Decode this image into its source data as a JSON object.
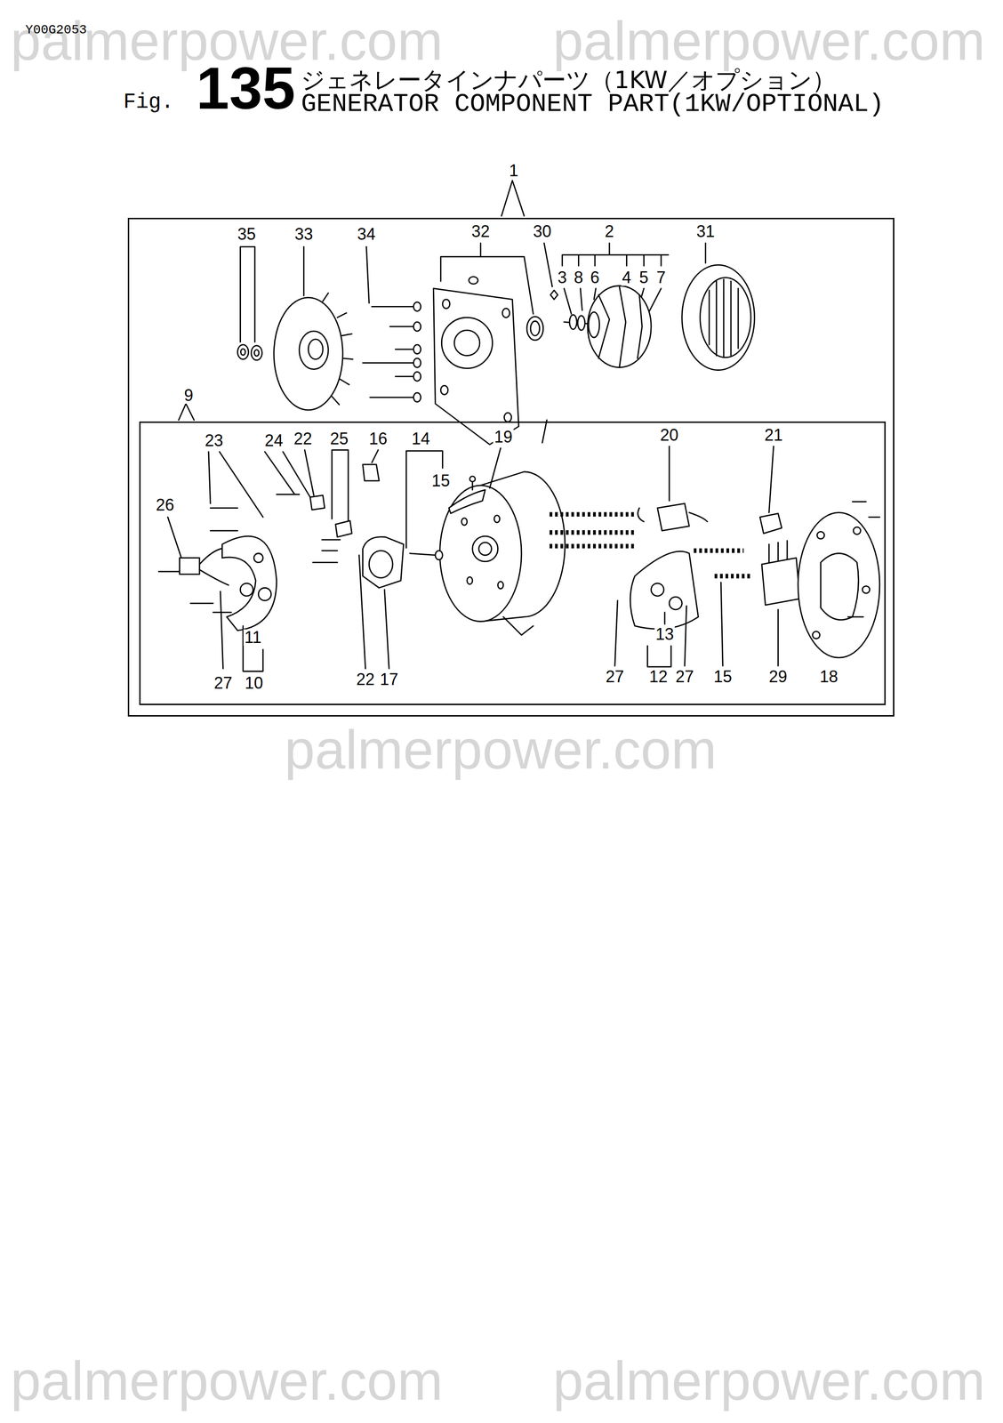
{
  "diagram": {
    "title": "GENERATOR COMPONENT PART(1KW/OPTIONAL)",
    "nodes": [
      {
        "text": [
          "1"
        ]
      },
      {
        "text": [
          "9"
        ],
        "in": 0
      }
    ],
    "labels": [
      "palmerpower.com",
      "palmerpower.com",
      "palmerpower.com",
      "palmerpower.com",
      "palmerpower.com",
      "Y00G2053",
      "Fig.",
      "135",
      "ジェネレータインナパーツ（1KW／オプション）",
      "35",
      "33",
      "34",
      "32",
      "30",
      "2",
      "31",
      "3",
      "8",
      "6",
      "4",
      "5",
      "7",
      "23",
      "24",
      "22",
      "25",
      "16",
      "14",
      "15",
      "19",
      "20",
      "21",
      "26",
      "11",
      "13",
      "27",
      "10",
      "22",
      "17",
      "27",
      "12",
      "27",
      "15",
      "29",
      "18"
    ]
  }
}
